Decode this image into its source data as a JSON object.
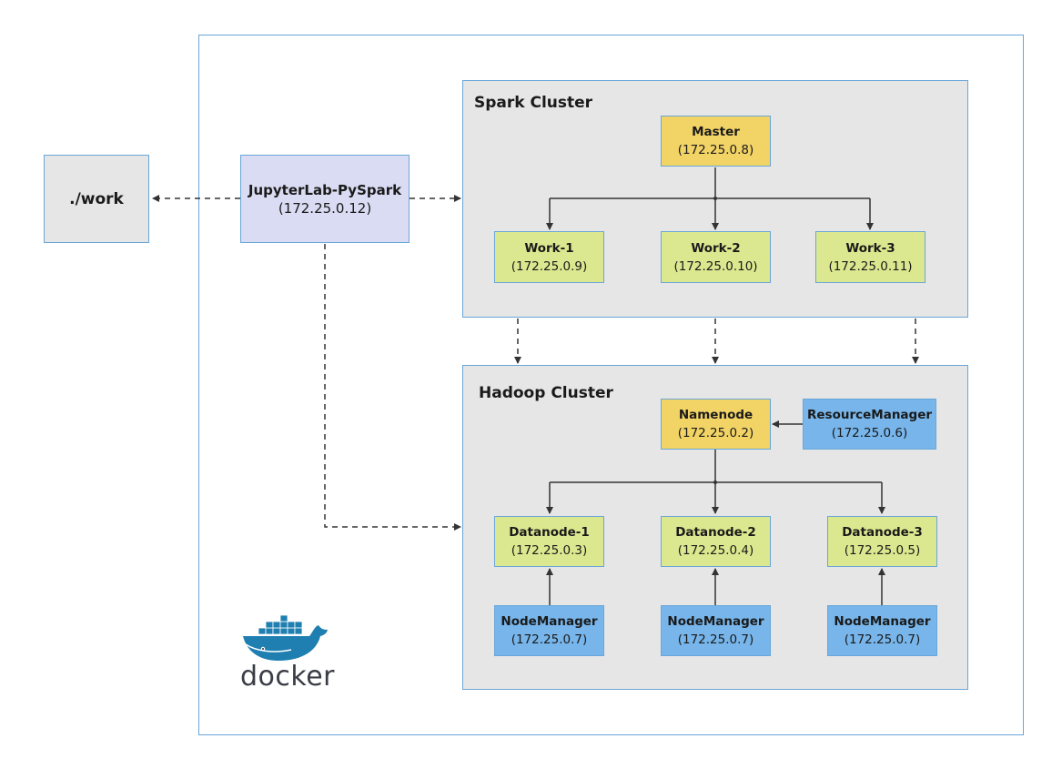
{
  "work_dir": {
    "label": "./work"
  },
  "jupyter": {
    "name": "JupyterLab-PySpark",
    "ip": "(172.25.0.12)"
  },
  "spark": {
    "title": "Spark Cluster",
    "master": {
      "name": "Master",
      "ip": "(172.25.0.8)"
    },
    "workers": [
      {
        "name": "Work-1",
        "ip": "(172.25.0.9)"
      },
      {
        "name": "Work-2",
        "ip": "(172.25.0.10)"
      },
      {
        "name": "Work-3",
        "ip": "(172.25.0.11)"
      }
    ]
  },
  "hadoop": {
    "title": "Hadoop Cluster",
    "namenode": {
      "name": "Namenode",
      "ip": "(172.25.0.2)"
    },
    "resource_manager": {
      "name": "ResourceManager",
      "ip": "(172.25.0.6)"
    },
    "datanodes": [
      {
        "name": "Datanode-1",
        "ip": "(172.25.0.3)"
      },
      {
        "name": "Datanode-2",
        "ip": "(172.25.0.4)"
      },
      {
        "name": "Datanode-3",
        "ip": "(172.25.0.5)"
      }
    ],
    "node_managers": [
      {
        "name": "NodeManager",
        "ip": "(172.25.0.7)"
      },
      {
        "name": "NodeManager",
        "ip": "(172.25.0.7)"
      },
      {
        "name": "NodeManager",
        "ip": "(172.25.0.7)"
      }
    ]
  },
  "docker": {
    "label": "docker",
    "icon": "docker-whale-icon"
  },
  "colors": {
    "border": "#6aa6d8",
    "master": "#f2d366",
    "worker": "#dce88f",
    "manager": "#77b5ea",
    "client": "#d9dcf2",
    "cluster_bg": "#e6e6e6"
  }
}
